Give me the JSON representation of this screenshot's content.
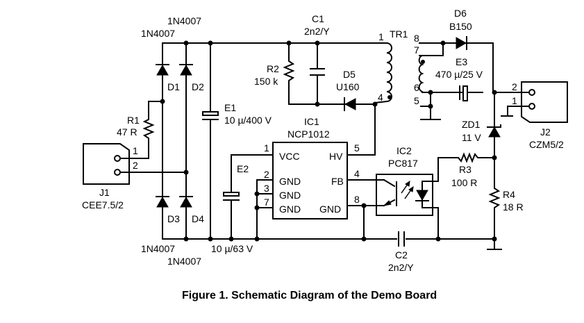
{
  "figure": {
    "caption": "Figure 1. Schematic Diagram of the Demo Board"
  },
  "components": {
    "D1": {
      "ref": "D1",
      "value": "1N4007"
    },
    "D2": {
      "ref": "D2",
      "value": "1N4007"
    },
    "D3": {
      "ref": "D3",
      "value": "1N4007"
    },
    "D4": {
      "ref": "D4",
      "value": "1N4007"
    },
    "R1": {
      "ref": "R1",
      "value": "47 R"
    },
    "R2": {
      "ref": "R2",
      "value": "150 k"
    },
    "R3": {
      "ref": "R3",
      "value": "100 R"
    },
    "R4": {
      "ref": "R4",
      "value": "18 R"
    },
    "C1": {
      "ref": "C1",
      "value": "2n2/Y"
    },
    "C2": {
      "ref": "C2",
      "value": "2n2/Y"
    },
    "E1": {
      "ref": "E1",
      "value": "10 µ/400 V"
    },
    "E2": {
      "ref": "E2",
      "value": "10 µ/63 V"
    },
    "E3": {
      "ref": "E3",
      "value": "470 µ/25 V"
    },
    "D5": {
      "ref": "D5",
      "value": "U160"
    },
    "D6": {
      "ref": "D6",
      "value": "B150"
    },
    "ZD1": {
      "ref": "ZD1",
      "value": "11 V"
    },
    "TR1": {
      "ref": "TR1",
      "pins": [
        "1",
        "4",
        "5",
        "6",
        "7",
        "8"
      ]
    },
    "IC1": {
      "ref": "IC1",
      "value": "NCP1012",
      "pins": {
        "vcc": {
          "num": "1",
          "name": "VCC"
        },
        "gnd2": {
          "num": "2",
          "name": "GND"
        },
        "gnd3": {
          "num": "3",
          "name": "GND"
        },
        "gnd7": {
          "num": "7",
          "name": "GND"
        },
        "hv": {
          "num": "5",
          "name": "HV"
        },
        "fb": {
          "num": "4",
          "name": "FB"
        },
        "gnd8": {
          "num": "8",
          "name": "GND"
        }
      }
    },
    "IC2": {
      "ref": "IC2",
      "value": "PC817"
    },
    "J1": {
      "ref": "J1",
      "value": "CEE7.5/2",
      "pins": [
        "1",
        "2"
      ]
    },
    "J2": {
      "ref": "J2",
      "value": "CZM5/2",
      "pins": [
        "2",
        "1"
      ]
    }
  }
}
